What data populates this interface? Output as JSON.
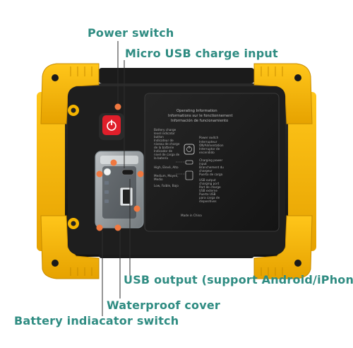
{
  "labels": {
    "power_switch": "Power switch",
    "micro_usb": "Micro USB charge input",
    "usb_output": "USB output (support Android/iPhone)",
    "waterproof_cover": "Waterproof cover",
    "battery_switch": "Battery indiacator switch"
  },
  "info_panel": {
    "heading": [
      "Operating Information",
      "Informations sur le fonctionnement",
      "Información de funcionamiento"
    ],
    "battery_text": [
      "Battery charge",
      "level indicator",
      "button",
      "Indicateur de",
      "niveau de charge",
      "de la batterie",
      "Indicador de",
      "nivel de carga de",
      "la batería"
    ],
    "level_text": [
      "High, Elevé, Alto",
      "Medium, Moyen,",
      "Medio",
      "Low, Faible, Bajo"
    ],
    "power_text": [
      "Power switch",
      "Interrupteur",
      "ON/Alimentation",
      "Interruptor de",
      "encendido"
    ],
    "charge_text": [
      "Charging power",
      "input",
      "Branchement du",
      "chargeur",
      "Puerto de carga"
    ],
    "usb_text": [
      "USB output",
      "charging port",
      "Port de charge",
      "USB externe",
      "Puerto USB",
      "para carga de",
      "dispositivos"
    ],
    "made_in": "Made in China"
  },
  "colors": {
    "label": "#2f8c82",
    "housing": "#f5b400",
    "body": "#1c1c1c",
    "marker": "#f07840",
    "button": "#e01e2a"
  }
}
